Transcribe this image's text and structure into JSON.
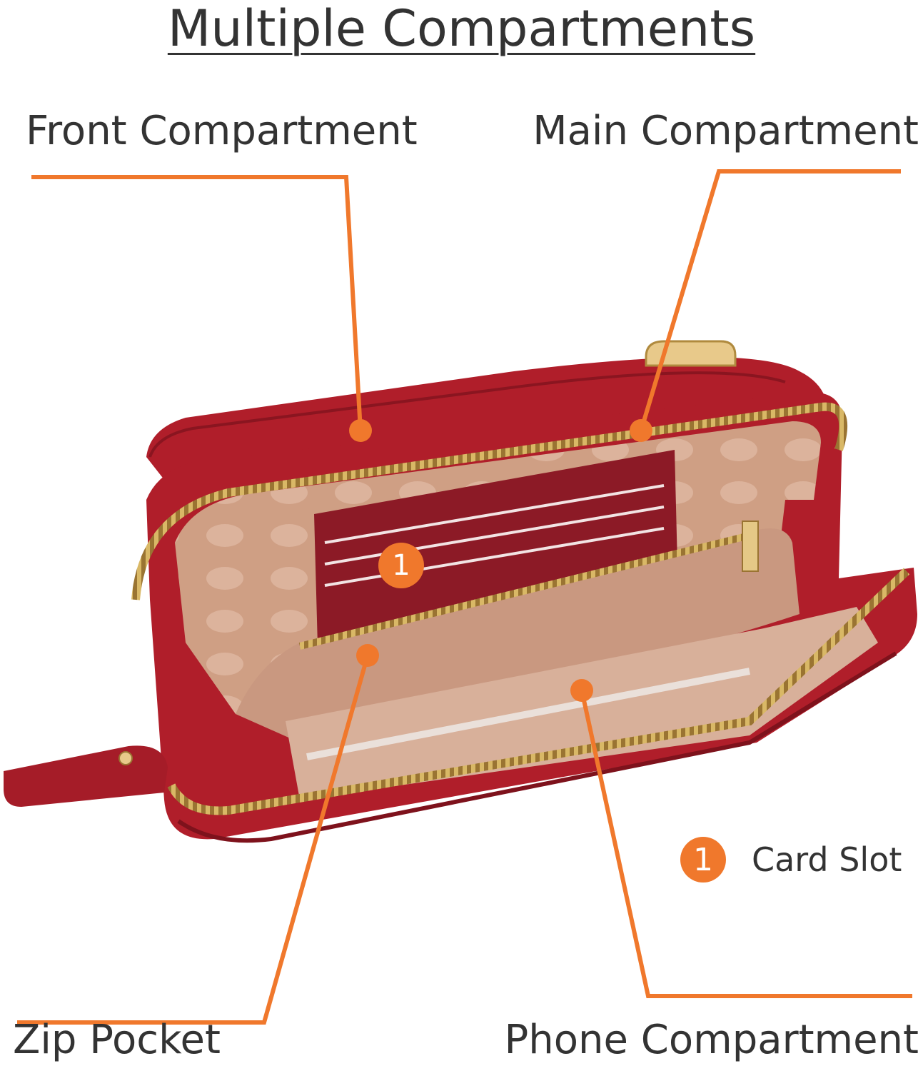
{
  "title": "Multiple Compartments",
  "labels": {
    "front": "Front Compartment",
    "main": "Main Compartment",
    "zip": "Zip Pocket",
    "phone": "Phone Compartment"
  },
  "legend": {
    "number": "1",
    "text": "Card Slot"
  },
  "card_slot_marker": "1",
  "colors": {
    "accent": "#f0782c",
    "leather": "#b01e2a",
    "lining": "#d4a488",
    "zipper": "#b08a3e"
  }
}
